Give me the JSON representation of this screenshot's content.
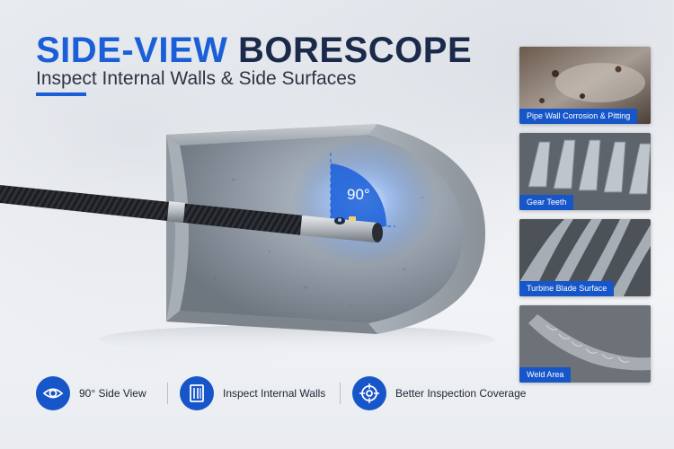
{
  "header": {
    "title_part1": "SIDE-VIEW",
    "title_part2": "BORESCOPE",
    "subtitle": "Inspect Internal Walls & Side Surfaces"
  },
  "angle_label": "90°",
  "thumbnails": [
    {
      "label": "Pipe Wall Corrosion & Pitting",
      "icon": "corrosion-image"
    },
    {
      "label": "Gear Teeth",
      "icon": "gear-image"
    },
    {
      "label": "Turbine Blade Surface",
      "icon": "turbine-image"
    },
    {
      "label": "Weld Area",
      "icon": "weld-image"
    }
  ],
  "features": [
    {
      "label": "90° Side View",
      "icon": "eye-icon"
    },
    {
      "label": "Inspect Internal Walls",
      "icon": "wall-icon"
    },
    {
      "label": "Better Inspection Coverage",
      "icon": "target-icon"
    }
  ],
  "colors": {
    "accent": "#1a5fd8",
    "dark_navy": "#1b2a4a",
    "label_bg": "#1656c9"
  }
}
